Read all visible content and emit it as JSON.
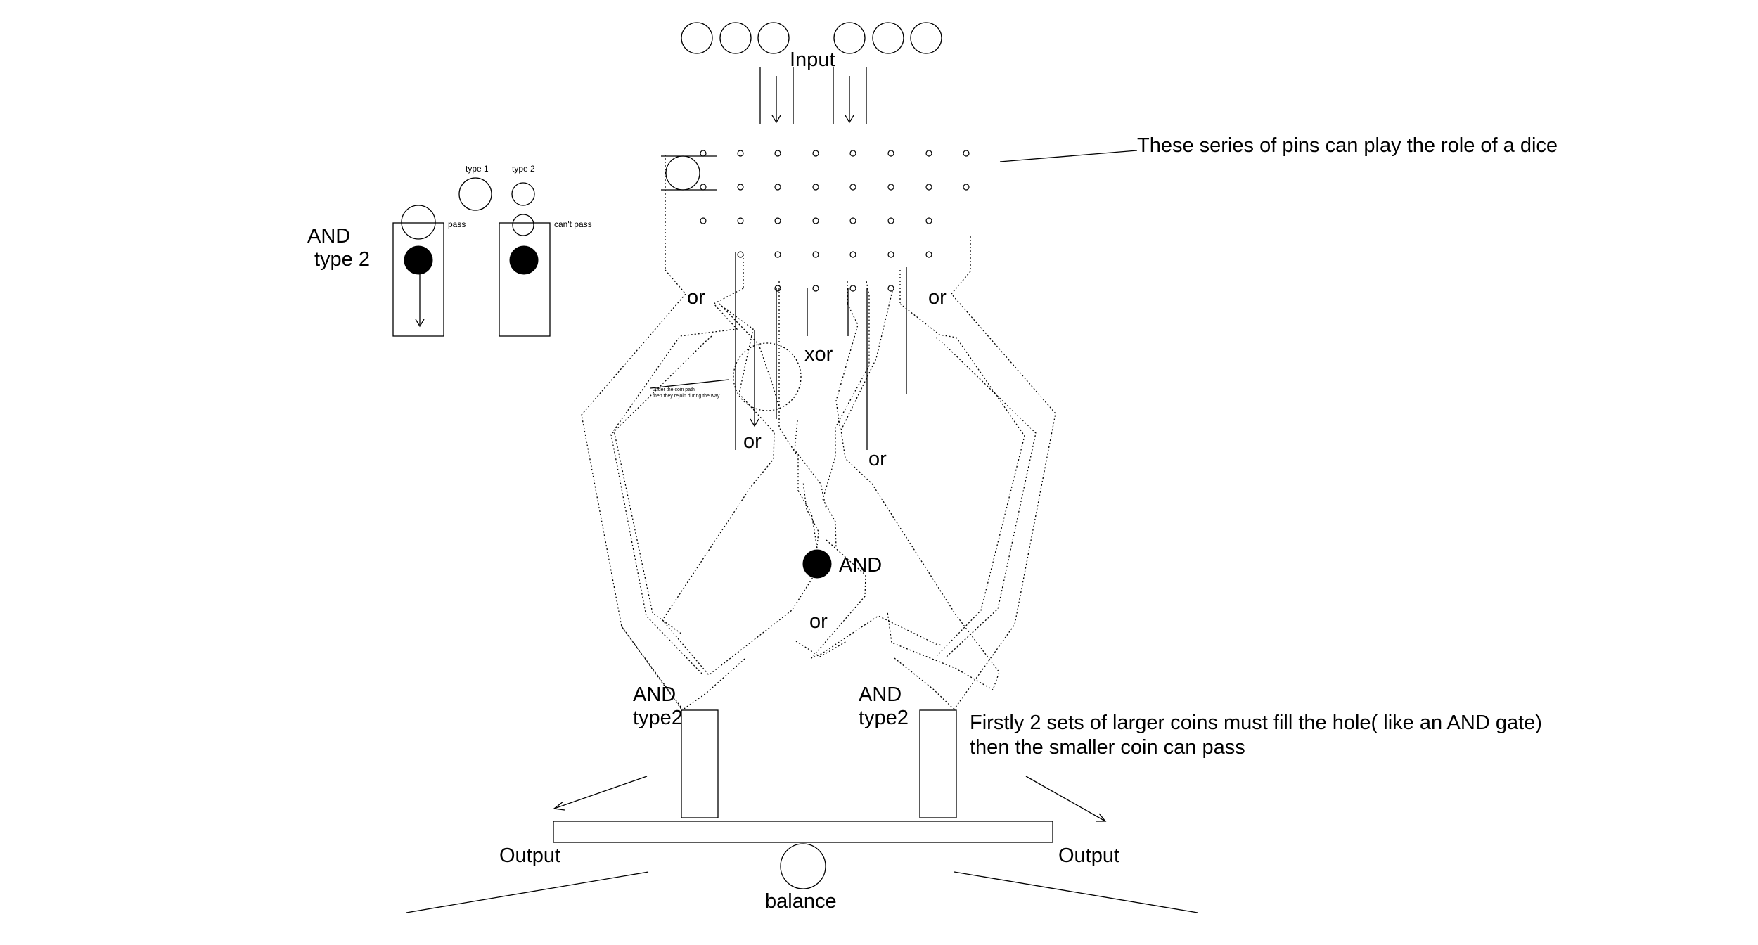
{
  "labels": {
    "input": "Input",
    "pins_note": "These series of pins can play the role of a dice",
    "or": "or",
    "xor": "xor",
    "and": "AND",
    "and_type2_line1": "AND",
    "and_type2_line2": "type2",
    "legend_and": "AND",
    "legend_type2": "type 2",
    "type1": "type 1",
    "type2": "type 2",
    "pass": "pass",
    "cant_pass": "can't pass",
    "note_line1": "Firstly 2 sets of larger coins must fill the hole( like an AND gate)",
    "note_line2": " then the smaller coin can pass",
    "output": "Output",
    "balance": "balance",
    "tiny_note_line1": "under the coin path",
    "tiny_note_line2": "then they rejoin during the way"
  },
  "colors": {
    "ink": "#000000",
    "background": "#ffffff"
  }
}
